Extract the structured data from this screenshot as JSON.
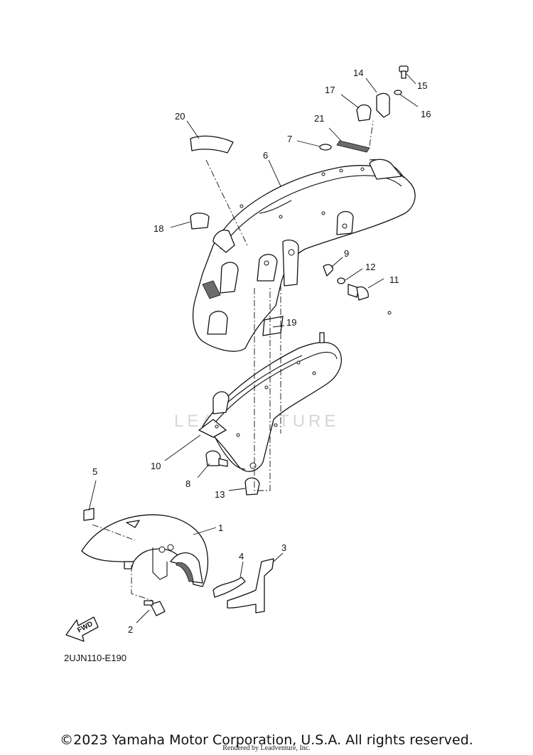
{
  "diagram": {
    "part_labels": [
      "1",
      "2",
      "3",
      "4",
      "5",
      "6",
      "7",
      "8",
      "9",
      "10",
      "11",
      "12",
      "13",
      "14",
      "15",
      "16",
      "17",
      "18",
      "19",
      "20",
      "21"
    ],
    "fwd_label": "FWD",
    "watermark": "LEADVENTURE",
    "diagram_code": "2UJN110-E190"
  },
  "footer": {
    "copyright": "©2023 Yamaha Motor Corporation, U.S.A. All rights reserved.",
    "rendered_by": "Rendered by Leadventure, Inc."
  }
}
